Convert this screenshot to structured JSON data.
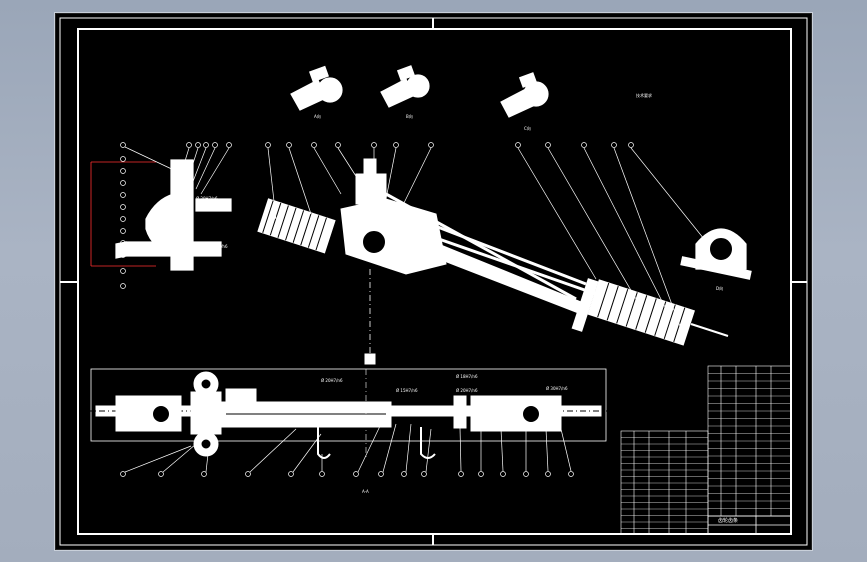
{
  "drawing": {
    "notes_title": "技术要求",
    "callout_1": "Ø 20H7/n6",
    "callout_2": "Ø 20H7/n6",
    "callout_3": "Ø 20H7/n6",
    "callout_4": "Ø 20H7/n6",
    "callout_5": "Ø 15H7/n6",
    "callout_6": "Ø 18H7/n6",
    "callout_7": "Ø 30H7/n6",
    "callout_8": "Ø 20H7/h6",
    "view_a": "A向",
    "view_b": "B向",
    "view_c": "C向",
    "view_d": "D向",
    "section_a": "A-A"
  },
  "title_block": {
    "name_cell": "齿轮齿条"
  },
  "colors": {
    "background": "#9ba7b9",
    "sheet": "#000000",
    "line": "#ffffff",
    "dimension": "#ff3030"
  }
}
